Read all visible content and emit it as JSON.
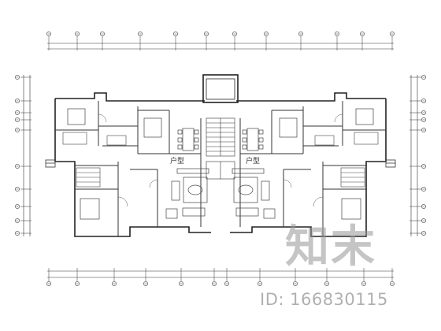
{
  "plan": {
    "unit_labels": [
      "户型",
      "户型"
    ]
  },
  "watermark": {
    "logo_text": "知末",
    "id_text": "ID: 166830115"
  },
  "colors": {
    "line": "#2b2b2b",
    "light_line": "#666666",
    "watermark": "#9a9a9a"
  }
}
